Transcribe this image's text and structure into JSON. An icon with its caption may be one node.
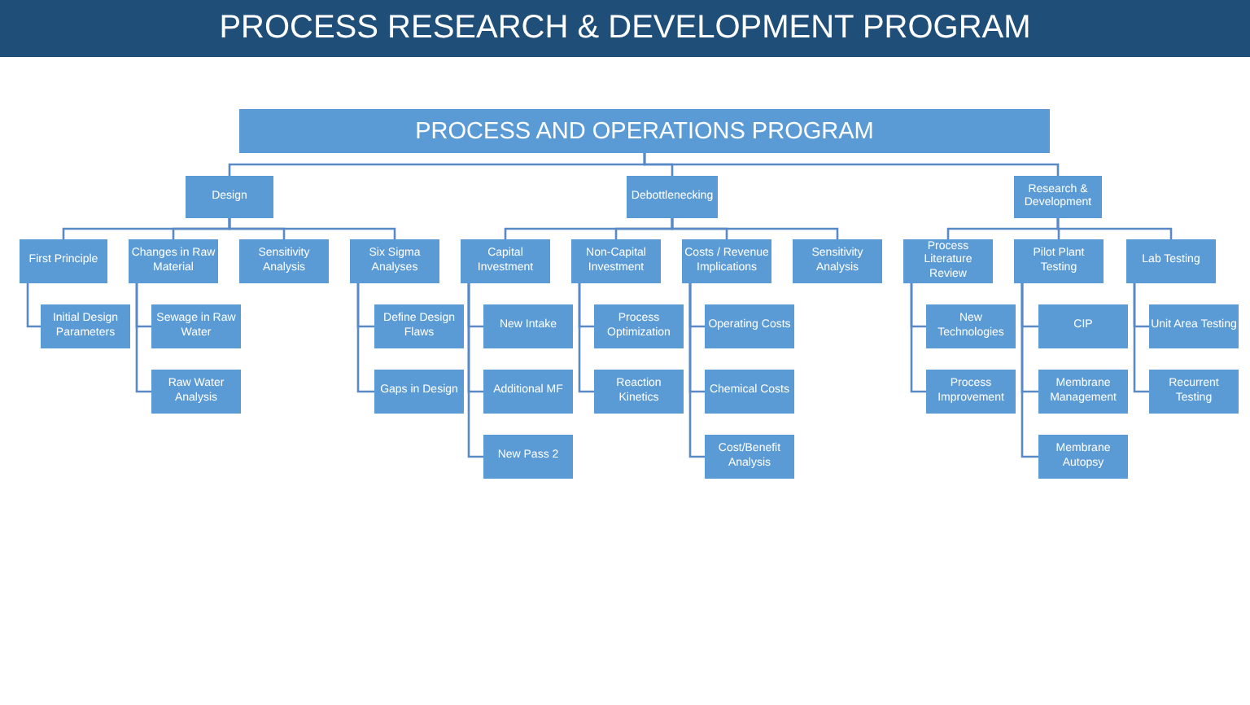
{
  "diagram": {
    "title": "PROCESS RESEARCH & DEVELOPMENT PROGRAM",
    "nodes": [
      {
        "text": [
          "PROCESS AND OPERATIONS PROGRAM"
        ]
      },
      {
        "text": [
          "Design"
        ]
      },
      {
        "text": [
          "First Principle"
        ]
      },
      {
        "text": [
          "Initial Design Parameters"
        ]
      },
      {
        "text": [
          "Changes in Raw Material"
        ]
      },
      {
        "text": [
          "Sewage in Raw Water"
        ]
      },
      {
        "text": [
          "Raw Water Analysis"
        ]
      },
      {
        "text": [
          "Sensitivity Analysis"
        ]
      },
      {
        "text": [
          "Six Sigma Analyses"
        ]
      },
      {
        "text": [
          "Define Design Flaws"
        ]
      },
      {
        "text": [
          "Gaps in Design"
        ]
      },
      {
        "text": [
          "Debottlenecking"
        ]
      },
      {
        "text": [
          "Capital Investment"
        ]
      },
      {
        "text": [
          "New Intake"
        ]
      },
      {
        "text": [
          "Additional MF"
        ]
      },
      {
        "text": [
          "New Pass 2"
        ]
      },
      {
        "text": [
          "Non-Capital Investment"
        ]
      },
      {
        "text": [
          "Process Optimization"
        ]
      },
      {
        "text": [
          "Reaction Kinetics"
        ]
      },
      {
        "text": [
          "Costs / Revenue Implications"
        ]
      },
      {
        "text": [
          "Operating Costs"
        ]
      },
      {
        "text": [
          "Chemical Costs"
        ]
      },
      {
        "text": [
          "Cost/Benefit Analysis"
        ]
      },
      {
        "text": [
          "Sensitivity Analysis"
        ]
      },
      {
        "text": [
          "Research & Development"
        ]
      },
      {
        "text": [
          "Process Literature Review"
        ]
      },
      {
        "text": [
          "New Technologies"
        ]
      },
      {
        "text": [
          "Process Improvement"
        ]
      },
      {
        "text": [
          "Pilot Plant Testing"
        ]
      },
      {
        "text": [
          "CIP"
        ]
      },
      {
        "text": [
          "Membrane Management"
        ]
      },
      {
        "text": [
          "Membrane Autopsy"
        ]
      },
      {
        "text": [
          "Lab Testing"
        ]
      },
      {
        "text": [
          "Unit Area Testing"
        ]
      },
      {
        "text": [
          "Recurrent Testing"
        ]
      }
    ],
    "edges": [
      {
        "from": 0,
        "to": 1,
        "arrow": "none"
      },
      {
        "from": 1,
        "to": 2,
        "arrow": "none"
      },
      {
        "from": 2,
        "to": 3,
        "arrow": "none"
      },
      {
        "from": 1,
        "to": 4,
        "arrow": "none"
      },
      {
        "from": 4,
        "to": 5,
        "arrow": "none"
      },
      {
        "from": 4,
        "to": 6,
        "arrow": "none"
      },
      {
        "from": 1,
        "to": 7,
        "arrow": "none"
      },
      {
        "from": 1,
        "to": 8,
        "arrow": "none"
      },
      {
        "from": 8,
        "to": 9,
        "arrow": "none"
      },
      {
        "from": 8,
        "to": 10,
        "arrow": "none"
      },
      {
        "from": 0,
        "to": 11,
        "arrow": "none"
      },
      {
        "from": 11,
        "to": 12,
        "arrow": "none"
      },
      {
        "from": 12,
        "to": 13,
        "arrow": "none"
      },
      {
        "from": 12,
        "to": 14,
        "arrow": "none"
      },
      {
        "from": 12,
        "to": 15,
        "arrow": "none"
      },
      {
        "from": 11,
        "to": 16,
        "arrow": "none"
      },
      {
        "from": 16,
        "to": 17,
        "arrow": "none"
      },
      {
        "from": 16,
        "to": 18,
        "arrow": "none"
      },
      {
        "from": 11,
        "to": 19,
        "arrow": "none"
      },
      {
        "from": 19,
        "to": 20,
        "arrow": "none"
      },
      {
        "from": 19,
        "to": 21,
        "arrow": "none"
      },
      {
        "from": 19,
        "to": 22,
        "arrow": "none"
      },
      {
        "from": 11,
        "to": 23,
        "arrow": "none"
      },
      {
        "from": 0,
        "to": 24,
        "arrow": "none"
      },
      {
        "from": 24,
        "to": 25,
        "arrow": "none"
      },
      {
        "from": 25,
        "to": 26,
        "arrow": "none"
      },
      {
        "from": 25,
        "to": 27,
        "arrow": "none"
      },
      {
        "from": 24,
        "to": 28,
        "arrow": "none"
      },
      {
        "from": 28,
        "to": 29,
        "arrow": "none"
      },
      {
        "from": 28,
        "to": 30,
        "arrow": "none"
      },
      {
        "from": 28,
        "to": 31,
        "arrow": "none"
      },
      {
        "from": 24,
        "to": 32,
        "arrow": "none"
      },
      {
        "from": 32,
        "to": 33,
        "arrow": "none"
      },
      {
        "from": 32,
        "to": 34,
        "arrow": "none"
      }
    ]
  }
}
